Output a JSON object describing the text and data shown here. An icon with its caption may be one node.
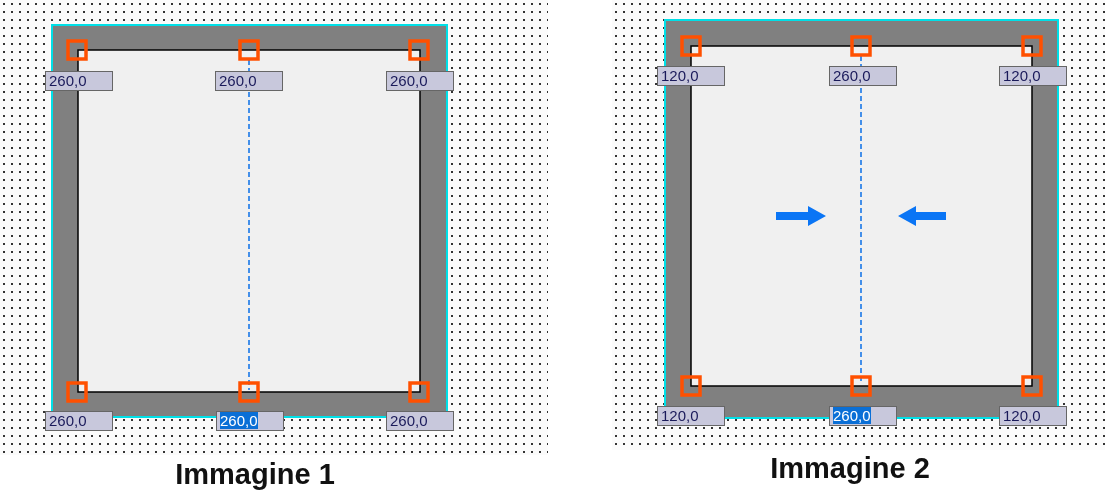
{
  "diagram": {
    "labels": [
      "260,0",
      "260,0",
      "260,0",
      "260,0",
      "260,0",
      "260,0",
      "Immagine 1",
      "120,0",
      "260,0",
      "120,0",
      "120,0",
      "260,0",
      "120,0",
      "Immagine 2"
    ]
  }
}
